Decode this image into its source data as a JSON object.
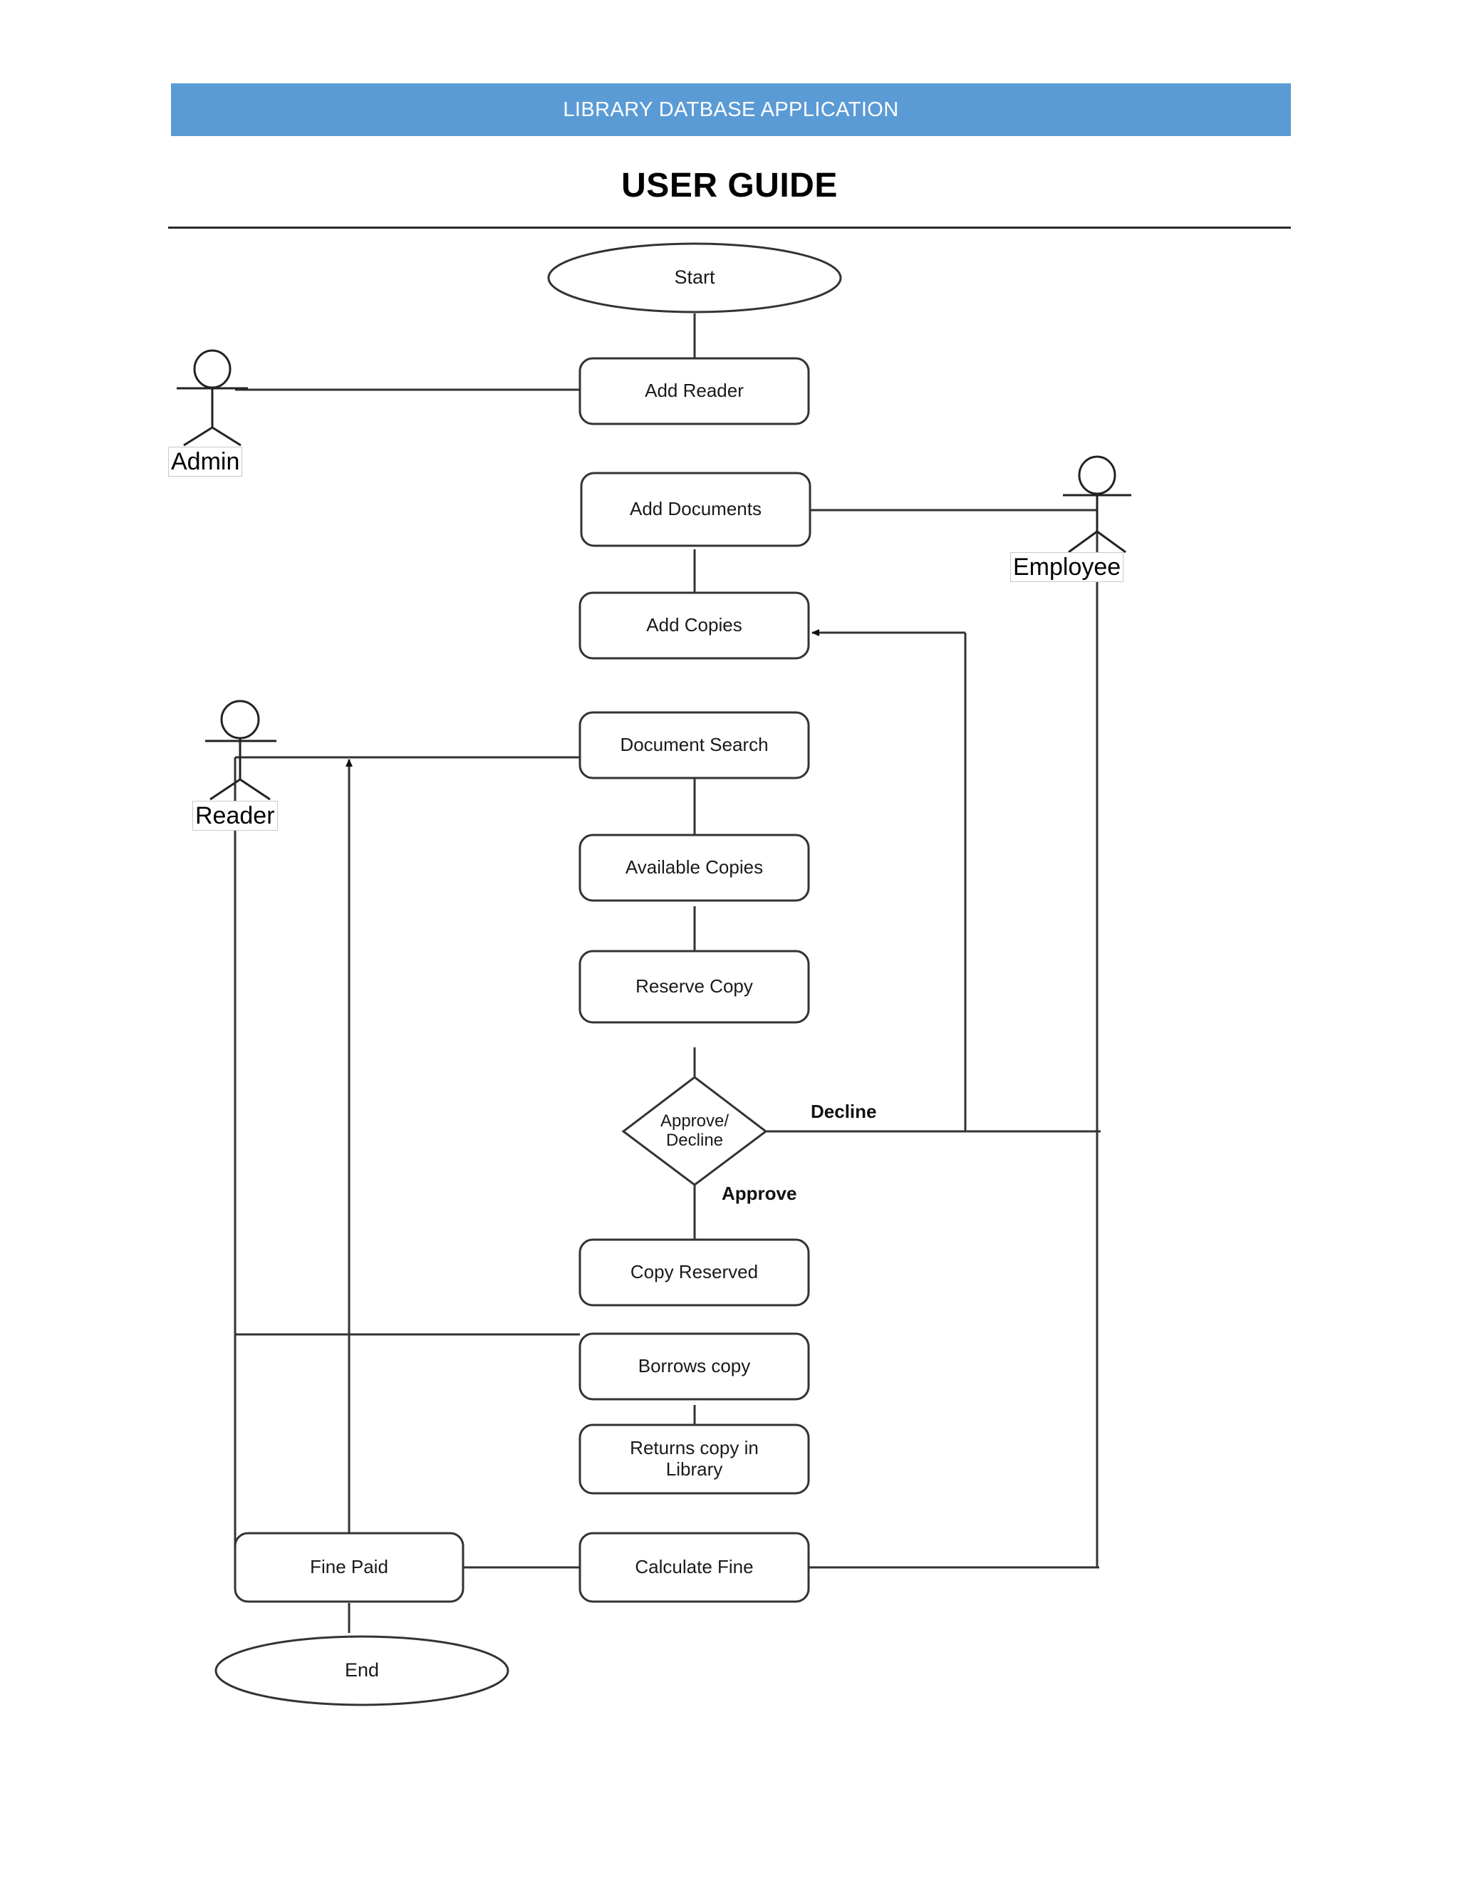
{
  "header": {
    "banner_title": "LIBRARY DATBASE APPLICATION",
    "page_title": "USER GUIDE",
    "banner_color": "#5B9BD5",
    "rule_color": "#2b2b2b"
  },
  "diagram": {
    "type": "flowchart",
    "actors": [
      {
        "id": "admin",
        "label": "Admin"
      },
      {
        "id": "employee",
        "label": "Employee"
      },
      {
        "id": "reader",
        "label": "Reader"
      }
    ],
    "terminators": [
      {
        "id": "start",
        "label": "Start"
      },
      {
        "id": "end",
        "label": "End"
      }
    ],
    "decisions": [
      {
        "id": "approve_decline",
        "label": "Approve/\nDecline"
      }
    ],
    "processes": [
      {
        "id": "add_reader",
        "label": "Add Reader"
      },
      {
        "id": "add_documents",
        "label": "Add Documents"
      },
      {
        "id": "add_copies",
        "label": "Add Copies"
      },
      {
        "id": "document_search",
        "label": "Document Search"
      },
      {
        "id": "available_copies",
        "label": "Available Copies"
      },
      {
        "id": "reserve_copy",
        "label": "Reserve Copy"
      },
      {
        "id": "copy_reserved",
        "label": "Copy Reserved"
      },
      {
        "id": "borrows_copy",
        "label": "Borrows copy"
      },
      {
        "id": "returns_copy",
        "label": "Returns copy in\nLibrary"
      },
      {
        "id": "calculate_fine",
        "label": "Calculate Fine"
      },
      {
        "id": "fine_paid",
        "label": "Fine Paid"
      }
    ],
    "edge_labels": [
      {
        "id": "decline",
        "label": "Decline"
      },
      {
        "id": "approve",
        "label": "Approve"
      }
    ]
  }
}
